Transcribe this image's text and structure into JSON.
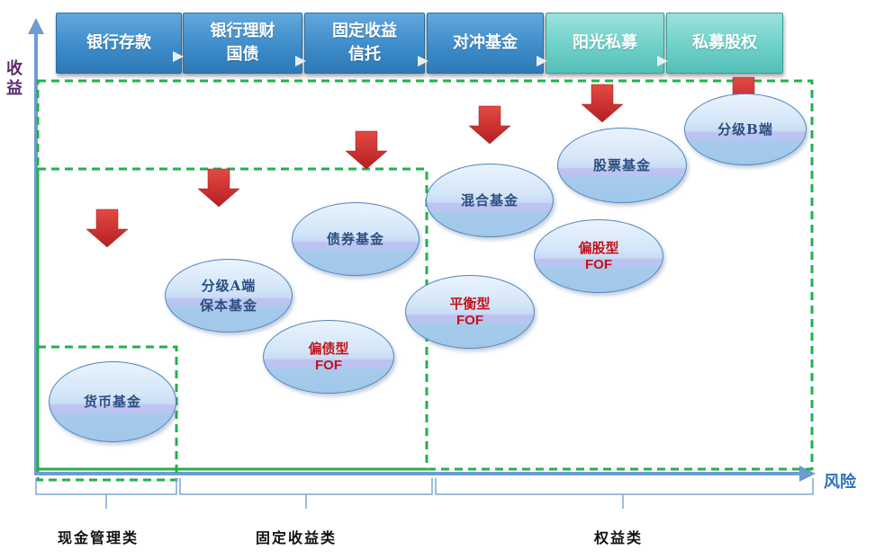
{
  "products": [
    {
      "line1": "银行存款",
      "line2": "",
      "style": "blue"
    },
    {
      "line1": "银行理财",
      "line2": "国债",
      "style": "blue"
    },
    {
      "line1": "固定收益",
      "line2": "信托",
      "style": "blue"
    },
    {
      "line1": "对冲基金",
      "line2": "",
      "style": "blue"
    },
    {
      "line1": "阳光私募",
      "line2": "",
      "style": "teal"
    },
    {
      "line1": "私募股权",
      "line2": "",
      "style": "teal"
    }
  ],
  "axes": {
    "y_label": "收益",
    "x_label": "风险"
  },
  "funds": {
    "money": {
      "line1": "货币基金"
    },
    "graded_a": {
      "line1": "分级A端",
      "line2": "保本基金"
    },
    "bond": {
      "line1": "债券基金"
    },
    "bond_fof": {
      "line1": "偏债型",
      "line2": "FOF"
    },
    "balanced_fof": {
      "line1": "平衡型",
      "line2": "FOF"
    },
    "mixed": {
      "line1": "混合基金"
    },
    "stock_fof": {
      "line1": "偏股型",
      "line2": "FOF"
    },
    "stock": {
      "line1": "股票基金"
    },
    "graded_b": {
      "line1": "分级B端"
    }
  },
  "categories": {
    "cash": "现金管理类",
    "fixed": "固定收益类",
    "equity": "权益类"
  },
  "colors": {
    "tab_blue": "#3d8cc9",
    "tab_teal": "#6fd0c8",
    "axis": "#6f9bd0",
    "dashed_box": "#22b14c",
    "arrow_red": "#c8282a",
    "ellipse_border": "#4f86be",
    "fof_red": "#c0141c"
  }
}
